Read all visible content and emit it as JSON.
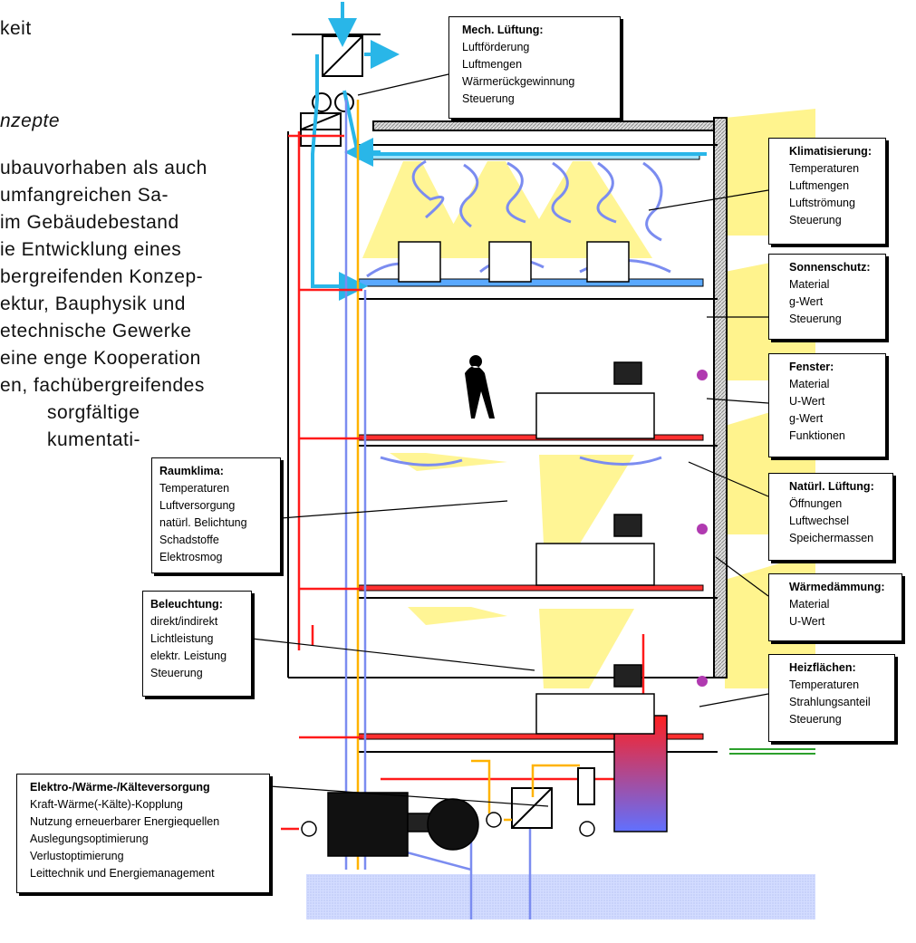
{
  "text_fragments": {
    "l1": "keit",
    "l2": "nzepte",
    "body": [
      "ubauvorhaben als auch",
      "umfangreichen      Sa-",
      "im    Gebäudebestand",
      "ie   Entwicklung   eines",
      "bergreifenden Konzep-",
      "ektur,   Bauphysik   und",
      "etechnische      Gewerke",
      " eine enge Kooperation",
      "en, fachübergreifendes",
      "sorgfältige",
      "kumentati-"
    ]
  },
  "boxes": {
    "mech": {
      "title": "Mech. Lüftung:",
      "lines": [
        "Luftförderung",
        "Luftmengen",
        "Wärmerückgewinnung",
        "Steuerung"
      ]
    },
    "klima": {
      "title": "Klimatisierung:",
      "lines": [
        "Temperaturen",
        "Luftmengen",
        "Luftströmung",
        "Steuerung"
      ]
    },
    "sonne": {
      "title": "Sonnenschutz:",
      "lines": [
        "Material",
        "g-Wert",
        "Steuerung"
      ]
    },
    "fenster": {
      "title": "Fenster:",
      "lines": [
        "Material",
        "U-Wert",
        "g-Wert",
        "Funktionen"
      ]
    },
    "natl": {
      "title": "Natürl. Lüftung:",
      "lines": [
        "Öffnungen",
        "Luftwechsel",
        "Speichermassen"
      ]
    },
    "waerme": {
      "title": "Wärmedämmung:",
      "lines": [
        "Material",
        "U-Wert"
      ]
    },
    "heiz": {
      "title": "Heizflächen:",
      "lines": [
        "Temperaturen",
        "Strahlungsanteil",
        "Steuerung"
      ]
    },
    "raum": {
      "title": "Raumklima:",
      "lines": [
        "Temperaturen",
        "Luftversorgung",
        "natürl. Belichtung",
        "Schadstoffe",
        "Elektrosmog"
      ]
    },
    "bel": {
      "title": "Beleuchtung:",
      "lines": [
        "direkt/indirekt",
        "Lichtleistung",
        "elektr. Leistung",
        "Steuerung"
      ]
    },
    "elektro": {
      "title": "Elektro-/Wärme-/Kälteversorgung",
      "lines": [
        "Kraft-Wärme(-Kälte)-Kopplung",
        "Nutzung erneuerbarer Energiequellen",
        "Auslegungsoptimierung",
        "Verlustoptimierung",
        "Leittechnik und Energiemanagement"
      ]
    }
  },
  "colors": {
    "supply_air": "#29b6e8",
    "return_air": "#7b8cf0",
    "heating": "#ff1a1a",
    "hot_water": "#ffb300",
    "light_cone": "#fff27a",
    "ground": "#c7d2ff"
  }
}
